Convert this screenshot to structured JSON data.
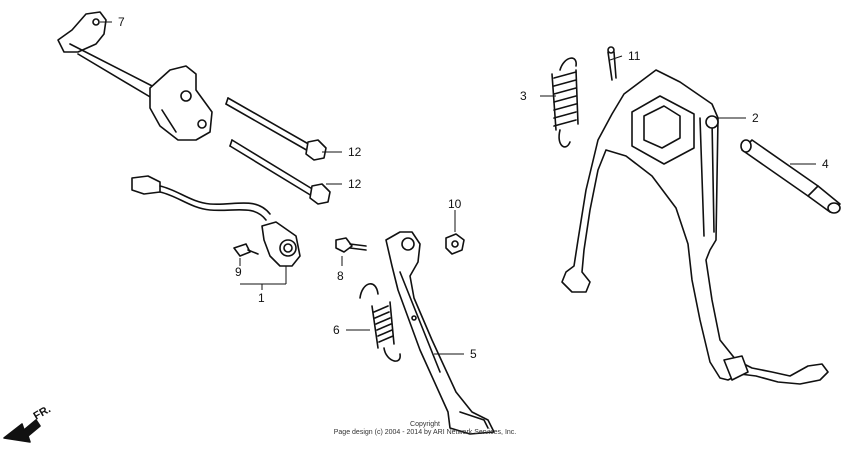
{
  "diagram": {
    "callouts": {
      "c1": "1",
      "c2": "2",
      "c3": "3",
      "c4": "4",
      "c5": "5",
      "c6": "6",
      "c7": "7",
      "c8": "8",
      "c9": "9",
      "c10": "10",
      "c11": "11",
      "c12a": "12",
      "c12b": "12"
    },
    "direction_label": "FR.",
    "copyright_line1": "Copyright",
    "copyright_line2": "Page design (c) 2004 - 2014 by ARI Network Services, Inc."
  }
}
